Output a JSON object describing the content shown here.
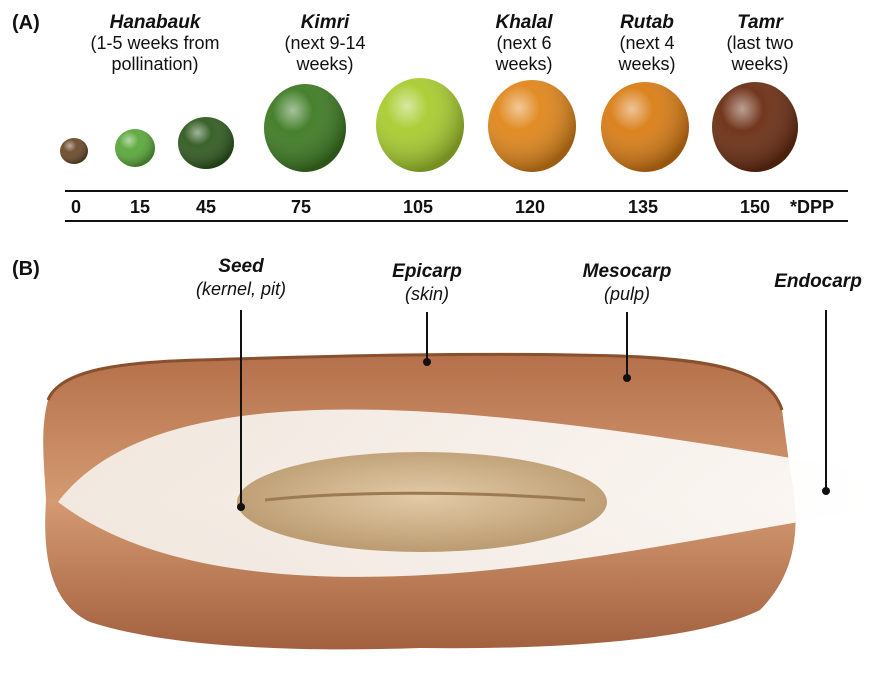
{
  "panel_a": {
    "label": "(A)",
    "stages": [
      {
        "name": "Hanabauk",
        "desc": "(1-5 weeks from\npollination)"
      },
      {
        "name": "Kimri",
        "desc": "(next 9-14\nweeks)"
      },
      {
        "name": "Khalal",
        "desc": "(next 6\nweeks)"
      },
      {
        "name": "Rutab",
        "desc": "(next 4\nweeks)"
      },
      {
        "name": "Tamr",
        "desc": "(last two\nweeks)"
      }
    ],
    "ticks": [
      "0",
      "15",
      "45",
      "75",
      "105",
      "120",
      "135",
      "150"
    ],
    "unit": "*DPP",
    "fruit_colors": [
      "#6b4a2a",
      "#5aa83a",
      "#2f5a1f",
      "#3d7a22",
      "#a8cc2e",
      "#e0861a",
      "#d97c14",
      "#6b2d12"
    ]
  },
  "panel_b": {
    "label": "(B)",
    "parts": [
      {
        "name": "Seed",
        "sub": "(kernel, pit)"
      },
      {
        "name": "Epicarp",
        "sub": "(skin)"
      },
      {
        "name": "Mesocarp",
        "sub": "(pulp)"
      },
      {
        "name": "Endocarp",
        "sub": ""
      }
    ]
  }
}
